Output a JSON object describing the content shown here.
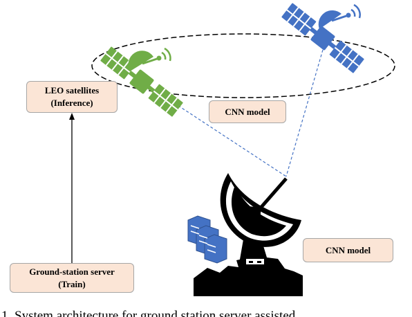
{
  "leo_box": {
    "line1": "LEO satellites",
    "line2": "(Inference)"
  },
  "ground_box": {
    "line1": "Ground-station server",
    "line2": "(Train)"
  },
  "cnn_orbit_label": "CNN model",
  "cnn_station_label": "CNN model",
  "caption": "1. System architecture for ground station server assisted",
  "colors": {
    "leo_satellite": "#70ad47",
    "remote_satellite": "#4472c4",
    "box_fill": "#fbe5d6",
    "server": "#4472c4",
    "link": "#4472c4"
  }
}
